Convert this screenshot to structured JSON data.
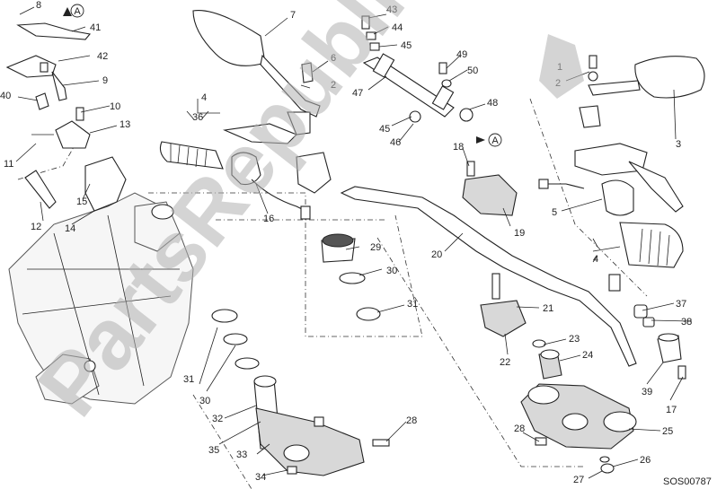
{
  "diagram": {
    "drawing_code": "SOS00787",
    "watermark_text": "PartsRepublik",
    "reference_marker": "A",
    "callouts": [
      "1",
      "2",
      "3",
      "4",
      "5",
      "6",
      "7",
      "8",
      "9",
      "10",
      "11",
      "12",
      "13",
      "14",
      "15",
      "16",
      "17",
      "18",
      "19",
      "20",
      "21",
      "22",
      "23",
      "24",
      "25",
      "26",
      "27",
      "28",
      "29",
      "30",
      "31",
      "32",
      "33",
      "34",
      "35",
      "36",
      "37",
      "38",
      "39",
      "40",
      "41",
      "42",
      "43",
      "44",
      "45",
      "46",
      "47",
      "48",
      "49",
      "50"
    ]
  }
}
